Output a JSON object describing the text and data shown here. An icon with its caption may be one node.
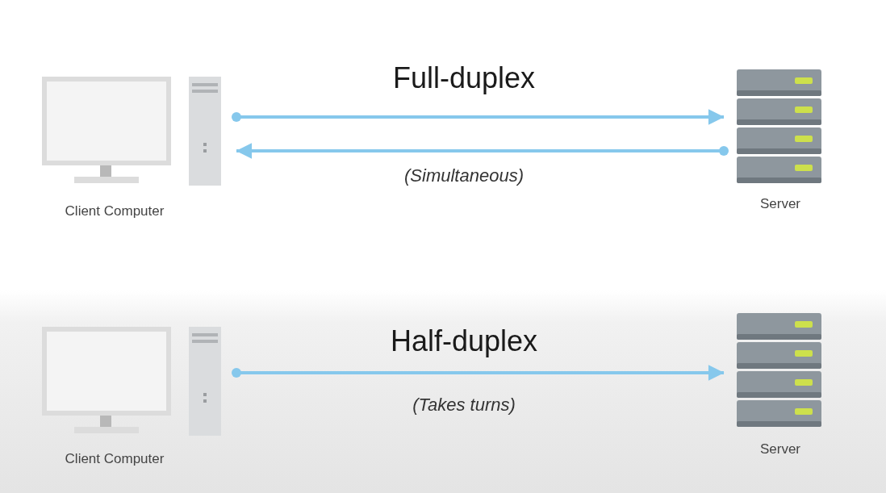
{
  "diagram": {
    "nodes": [
      {
        "text": [
          "Client Computer"
        ]
      },
      {
        "text": [
          "Server"
        ]
      },
      {
        "text": [
          "Client Computer"
        ]
      },
      {
        "text": [
          "Server"
        ]
      }
    ],
    "edges": [
      {
        "from": 0,
        "to": 1,
        "arrow": "to"
      },
      {
        "from": 1,
        "to": 0,
        "arrow": "to"
      },
      {
        "from": 2,
        "to": 3,
        "arrow": "to"
      }
    ],
    "labels": [
      "Full-duplex",
      "(Simultaneous)",
      "Half-duplex",
      "(Takes turns)"
    ]
  }
}
